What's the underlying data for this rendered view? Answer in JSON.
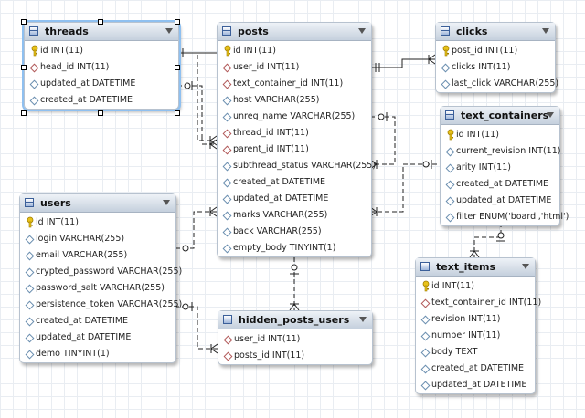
{
  "colors": {
    "header_top": "#eef2f7",
    "header_bottom": "#c5d0dd",
    "selection": "#8fc0f0",
    "line": "#222222",
    "key_icon": "#e0b400",
    "fk_diamond": "#b25a5a",
    "col_diamond": "#6b8fb0"
  },
  "tables": {
    "threads": {
      "name": "threads",
      "columns": [
        {
          "text": "id INT(11)",
          "icon": "primary-key-icon"
        },
        {
          "text": "head_id INT(11)",
          "icon": "foreign-key-diamond-icon"
        },
        {
          "text": "updated_at DATETIME",
          "icon": "column-diamond-icon"
        },
        {
          "text": "created_at DATETIME",
          "icon": "column-diamond-icon"
        }
      ]
    },
    "posts": {
      "name": "posts",
      "columns": [
        {
          "text": "id INT(11)",
          "icon": "primary-key-icon"
        },
        {
          "text": "user_id INT(11)",
          "icon": "foreign-key-diamond-icon"
        },
        {
          "text": "text_container_id INT(11)",
          "icon": "foreign-key-diamond-icon"
        },
        {
          "text": "host VARCHAR(255)",
          "icon": "column-diamond-icon"
        },
        {
          "text": "unreg_name VARCHAR(255)",
          "icon": "column-diamond-icon"
        },
        {
          "text": "thread_id INT(11)",
          "icon": "foreign-key-diamond-icon"
        },
        {
          "text": "parent_id INT(11)",
          "icon": "foreign-key-diamond-icon"
        },
        {
          "text": "subthread_status VARCHAR(255)",
          "icon": "column-diamond-icon"
        },
        {
          "text": "created_at DATETIME",
          "icon": "column-diamond-icon"
        },
        {
          "text": "updated_at DATETIME",
          "icon": "column-diamond-icon"
        },
        {
          "text": "marks VARCHAR(255)",
          "icon": "column-diamond-icon"
        },
        {
          "text": "back VARCHAR(255)",
          "icon": "column-diamond-icon"
        },
        {
          "text": "empty_body TINYINT(1)",
          "icon": "column-diamond-icon"
        }
      ]
    },
    "clicks": {
      "name": "clicks",
      "columns": [
        {
          "text": "post_id INT(11)",
          "icon": "primary-key-icon"
        },
        {
          "text": "clicks INT(11)",
          "icon": "column-diamond-icon"
        },
        {
          "text": "last_click VARCHAR(255)",
          "icon": "column-diamond-icon"
        }
      ]
    },
    "text_containers": {
      "name": "text_containers",
      "columns": [
        {
          "text": "id INT(11)",
          "icon": "primary-key-icon"
        },
        {
          "text": "current_revision INT(11)",
          "icon": "column-diamond-icon"
        },
        {
          "text": "arity INT(11)",
          "icon": "column-diamond-icon"
        },
        {
          "text": "created_at DATETIME",
          "icon": "column-diamond-icon"
        },
        {
          "text": "updated_at DATETIME",
          "icon": "column-diamond-icon"
        },
        {
          "text": "filter ENUM('board','html')",
          "icon": "column-diamond-icon"
        }
      ]
    },
    "users": {
      "name": "users",
      "columns": [
        {
          "text": "id INT(11)",
          "icon": "primary-key-icon"
        },
        {
          "text": "login VARCHAR(255)",
          "icon": "column-diamond-icon"
        },
        {
          "text": "email VARCHAR(255)",
          "icon": "column-diamond-icon"
        },
        {
          "text": "crypted_password VARCHAR(255)",
          "icon": "column-diamond-icon"
        },
        {
          "text": "password_salt VARCHAR(255)",
          "icon": "column-diamond-icon"
        },
        {
          "text": "persistence_token VARCHAR(255)",
          "icon": "column-diamond-icon"
        },
        {
          "text": "created_at DATETIME",
          "icon": "column-diamond-icon"
        },
        {
          "text": "updated_at DATETIME",
          "icon": "column-diamond-icon"
        },
        {
          "text": "demo TINYINT(1)",
          "icon": "column-diamond-icon"
        }
      ]
    },
    "hidden_posts_users": {
      "name": "hidden_posts_users",
      "columns": [
        {
          "text": "user_id INT(11)",
          "icon": "foreign-key-diamond-icon"
        },
        {
          "text": "posts_id INT(11)",
          "icon": "foreign-key-diamond-icon"
        }
      ]
    },
    "text_items": {
      "name": "text_items",
      "columns": [
        {
          "text": "id INT(11)",
          "icon": "primary-key-icon"
        },
        {
          "text": "text_container_id INT(11)",
          "icon": "foreign-key-diamond-icon"
        },
        {
          "text": "revision INT(11)",
          "icon": "column-diamond-icon"
        },
        {
          "text": "number INT(11)",
          "icon": "column-diamond-icon"
        },
        {
          "text": "body TEXT",
          "icon": "column-diamond-icon"
        },
        {
          "text": "created_at DATETIME",
          "icon": "column-diamond-icon"
        },
        {
          "text": "updated_at DATETIME",
          "icon": "column-diamond-icon"
        }
      ]
    }
  }
}
